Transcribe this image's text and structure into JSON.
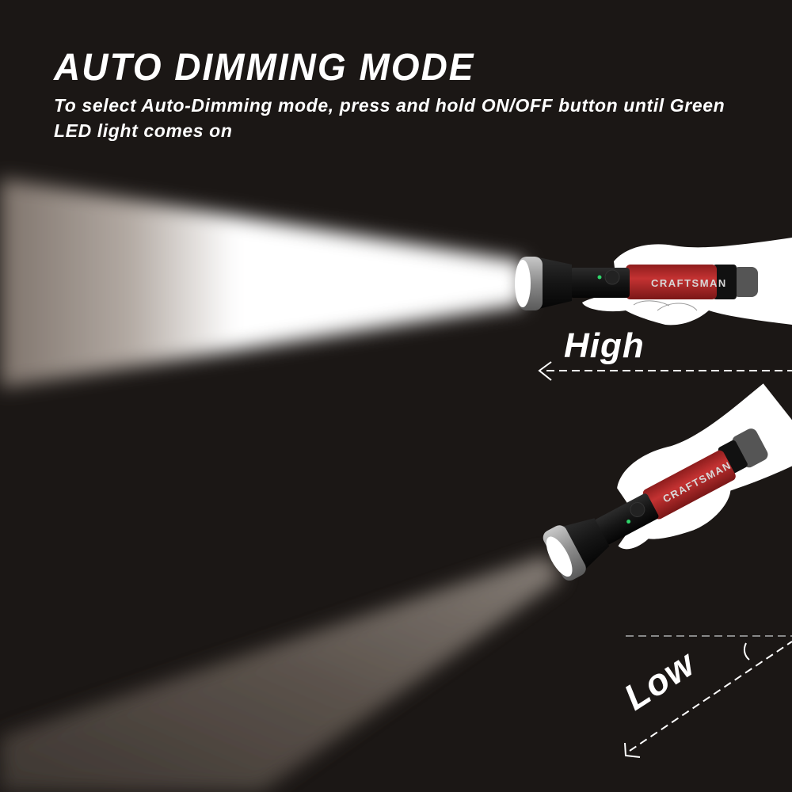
{
  "header": {
    "title": "AUTO DIMMING MODE",
    "instruction": "To select Auto-Dimming mode, press and hold ON/OFF button until Green LED light comes on"
  },
  "illustrations": {
    "high": {
      "label": "High",
      "brand_text": "CRAFTSMAN",
      "led_status": "green",
      "orientation": "horizontal"
    },
    "low": {
      "label": "Low",
      "brand_text": "CRAFTSMAN",
      "led_status": "green",
      "orientation": "tilted-down"
    }
  },
  "colors": {
    "background": "#1b1715",
    "text": "#ffffff",
    "flashlight_body": "#b52a2a",
    "flashlight_head": "#1e1e1e",
    "bezel": "#9a9a9a",
    "led": "#2fd46a",
    "hand": "#ffffff",
    "high_beam": "#ffffff",
    "low_beam": "#6a5f56"
  }
}
